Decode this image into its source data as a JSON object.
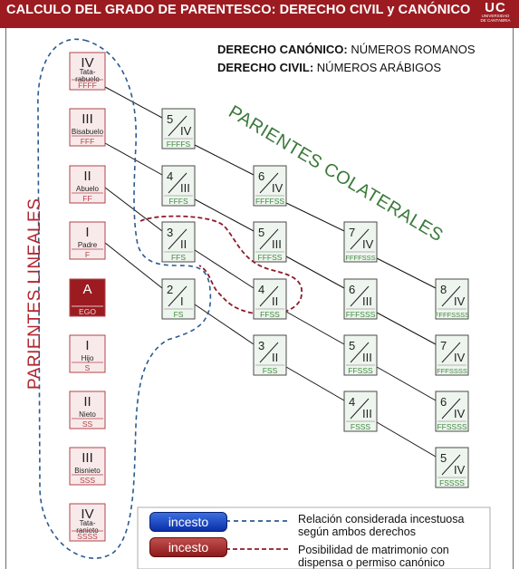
{
  "header": {
    "title": "CALCULO DEL GRADO DE PARENTESCO: DERECHO CIVIL y CANÓNICO",
    "logo_big": "UC",
    "logo_small_1": "UNIVERSIDAD",
    "logo_small_2": "DE CANTABRIA"
  },
  "key": {
    "canon_label": "DERECHO CANÓNICO:",
    "canon_value": "NÚMEROS ROMANOS",
    "civil_label": "DERECHO CIVIL:",
    "civil_value": "NÚMEROS ARÁBIGOS"
  },
  "labels": {
    "lineales": "PARIENTES LINEALES",
    "colaterales": "PARIENTES COLATERALES"
  },
  "lineal_nodes": [
    {
      "roman": "IV",
      "name": "Tata-\nrabuelo",
      "code": "FFFF"
    },
    {
      "roman": "III",
      "name": "Bisabuelo",
      "code": "FFF"
    },
    {
      "roman": "II",
      "name": "Abuelo",
      "code": "FF"
    },
    {
      "roman": "I",
      "name": "Padre",
      "code": "F"
    },
    {
      "roman": "A",
      "name": "",
      "code": "EGO",
      "ego": true
    },
    {
      "roman": "I",
      "name": "Hijo",
      "code": "S"
    },
    {
      "roman": "II",
      "name": "Nieto",
      "code": "SS"
    },
    {
      "roman": "III",
      "name": "Bisnieto",
      "code": "SSS"
    },
    {
      "roman": "IV",
      "name": "Tata-\nranieto",
      "code": "SSSS"
    }
  ],
  "collateral_nodes": [
    {
      "civil": "5",
      "canon": "IV",
      "code": "FFFFS"
    },
    {
      "civil": "4",
      "canon": "III",
      "code": "FFFS"
    },
    {
      "civil": "3",
      "canon": "II",
      "code": "FFS"
    },
    {
      "civil": "2",
      "canon": "I",
      "code": "FS"
    },
    {
      "civil": "6",
      "canon": "IV",
      "code": "FFFFSS"
    },
    {
      "civil": "5",
      "canon": "III",
      "code": "FFFSS"
    },
    {
      "civil": "4",
      "canon": "II",
      "code": "FFSS"
    },
    {
      "civil": "3",
      "canon": "II",
      "code": "FSS"
    },
    {
      "civil": "7",
      "canon": "IV",
      "code": "FFFFSSS"
    },
    {
      "civil": "6",
      "canon": "III",
      "code": "FFFSSS"
    },
    {
      "civil": "5",
      "canon": "III",
      "code": "FFSSS"
    },
    {
      "civil": "4",
      "canon": "III",
      "code": "FSSS"
    },
    {
      "civil": "8",
      "canon": "IV",
      "code": "FFFFSSSS"
    },
    {
      "civil": "7",
      "canon": "IV",
      "code": "FFFSSSS"
    },
    {
      "civil": "6",
      "canon": "IV",
      "code": "FFSSSS"
    },
    {
      "civil": "5",
      "canon": "IV",
      "code": "FSSSS"
    }
  ],
  "legend": {
    "pill_blue": "incesto",
    "pill_red": "incesto",
    "blue_text_1": "Relación considerada incestuosa",
    "blue_text_2": "según ambos derechos",
    "red_text_1": "Posibilidad de matrimonio con",
    "red_text_2": "dispensa o permiso canónico"
  },
  "colors": {
    "header": "#9b1b21",
    "lineal_border": "#b3434a",
    "lineal_fill": "#f8eaea",
    "ego_fill": "#9b1b21",
    "collateral_border": "#4a4a4a",
    "collateral_fill": "#eef5ee",
    "collateral_code": "#3f8a3f",
    "blue_dash": "#2b5b8f",
    "red_dash": "#8e1a2a",
    "green_label": "#3a7a3a",
    "red_label": "#b3262e"
  }
}
